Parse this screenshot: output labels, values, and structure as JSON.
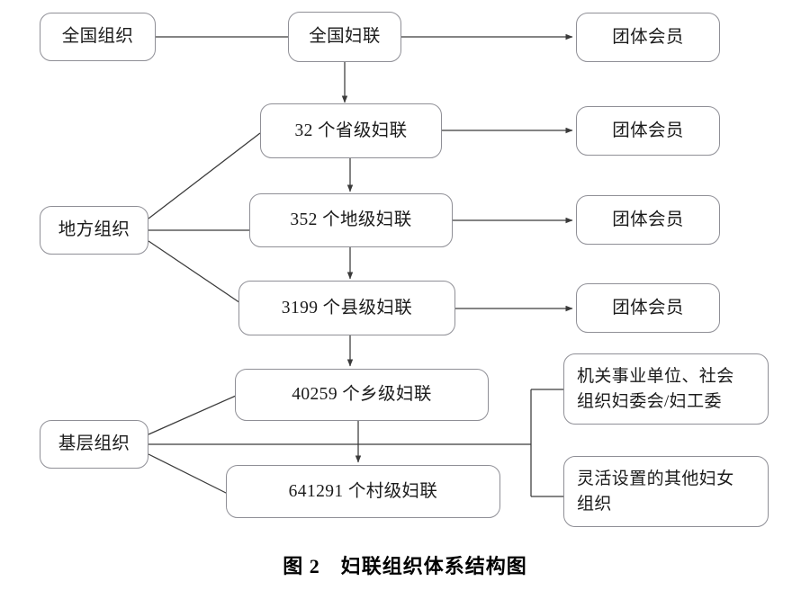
{
  "figure": {
    "caption": "图 2　妇联组织体系结构图",
    "caption_number": "图 2",
    "caption_title": "妇联组织体系结构图"
  },
  "chart_data": {
    "type": "diagram",
    "title": "图 2　妇联组织体系结构图",
    "diagram_kind": "organizational-hierarchy-flowchart",
    "nodes": [
      {
        "id": "national-category",
        "label": "全国组织",
        "column": "left",
        "level": 1
      },
      {
        "id": "national-acwf",
        "label": "全国妇联",
        "column": "center",
        "level": 1
      },
      {
        "id": "member-1",
        "label": "团体会员",
        "column": "right",
        "level": 1
      },
      {
        "id": "provincial",
        "label": "32 个省级妇联",
        "column": "center",
        "level": 2,
        "count": 32
      },
      {
        "id": "member-2",
        "label": "团体会员",
        "column": "right",
        "level": 2
      },
      {
        "id": "local-category",
        "label": "地方组织",
        "column": "left",
        "level": 3
      },
      {
        "id": "prefecture",
        "label": "352 个地级妇联",
        "column": "center",
        "level": 3,
        "count": 352
      },
      {
        "id": "member-3",
        "label": "团体会员",
        "column": "right",
        "level": 3
      },
      {
        "id": "county",
        "label": "3199 个县级妇联",
        "column": "center",
        "level": 4,
        "count": 3199
      },
      {
        "id": "member-4",
        "label": "团体会员",
        "column": "right",
        "level": 4
      },
      {
        "id": "township",
        "label": "40259 个乡级妇联",
        "column": "center",
        "level": 5,
        "count": 40259
      },
      {
        "id": "grassroots-category",
        "label": "基层组织",
        "column": "left",
        "level": 6
      },
      {
        "id": "village",
        "label": "641291 个村级妇联",
        "column": "center",
        "level": 6,
        "count": 641291
      },
      {
        "id": "organs",
        "label": "机关事业单位、社会组织妇委会/妇工委",
        "column": "right",
        "level": 5
      },
      {
        "id": "flexible",
        "label": "灵活设置的其他妇女组织",
        "column": "right",
        "level": 6
      }
    ],
    "edges": [
      {
        "from": "national-category",
        "to": "national-acwf",
        "style": "plain"
      },
      {
        "from": "national-acwf",
        "to": "member-1",
        "style": "arrow"
      },
      {
        "from": "national-acwf",
        "to": "provincial",
        "style": "arrow"
      },
      {
        "from": "provincial",
        "to": "member-2",
        "style": "arrow"
      },
      {
        "from": "provincial",
        "to": "prefecture",
        "style": "arrow"
      },
      {
        "from": "prefecture",
        "to": "member-3",
        "style": "arrow"
      },
      {
        "from": "prefecture",
        "to": "county",
        "style": "arrow"
      },
      {
        "from": "county",
        "to": "member-4",
        "style": "arrow"
      },
      {
        "from": "county",
        "to": "township",
        "style": "arrow"
      },
      {
        "from": "township",
        "to": "village",
        "style": "arrow"
      },
      {
        "from": "local-category",
        "to": "provincial",
        "style": "plain"
      },
      {
        "from": "local-category",
        "to": "prefecture",
        "style": "plain"
      },
      {
        "from": "local-category",
        "to": "county",
        "style": "plain"
      },
      {
        "from": "grassroots-category",
        "to": "township",
        "style": "plain"
      },
      {
        "from": "grassroots-category",
        "to": "village",
        "style": "plain"
      },
      {
        "from": "grassroots-category",
        "to": "organs",
        "style": "bracket"
      },
      {
        "from": "grassroots-category",
        "to": "flexible",
        "style": "bracket"
      }
    ]
  },
  "nodes": {
    "national_category": "全国组织",
    "national_acwf": "全国妇联",
    "member_1": "团体会员",
    "provincial": "32 个省级妇联",
    "member_2": "团体会员",
    "local_category": "地方组织",
    "prefecture": "352 个地级妇联",
    "member_3": "团体会员",
    "county": "3199 个县级妇联",
    "member_4": "团体会员",
    "township": "40259 个乡级妇联",
    "grassroots_category": "基层组织",
    "village": "641291 个村级妇联",
    "organs_line1": "机关事业单位、社会",
    "organs_line2": "组织妇委会/妇工委",
    "flexible_line1": "灵活设置的其他妇女",
    "flexible_line2": "组织"
  },
  "colors": {
    "box_border": "#8f8f96",
    "connector": "#3a3a3a",
    "text": "#1b1b1b",
    "background": "#ffffff"
  }
}
